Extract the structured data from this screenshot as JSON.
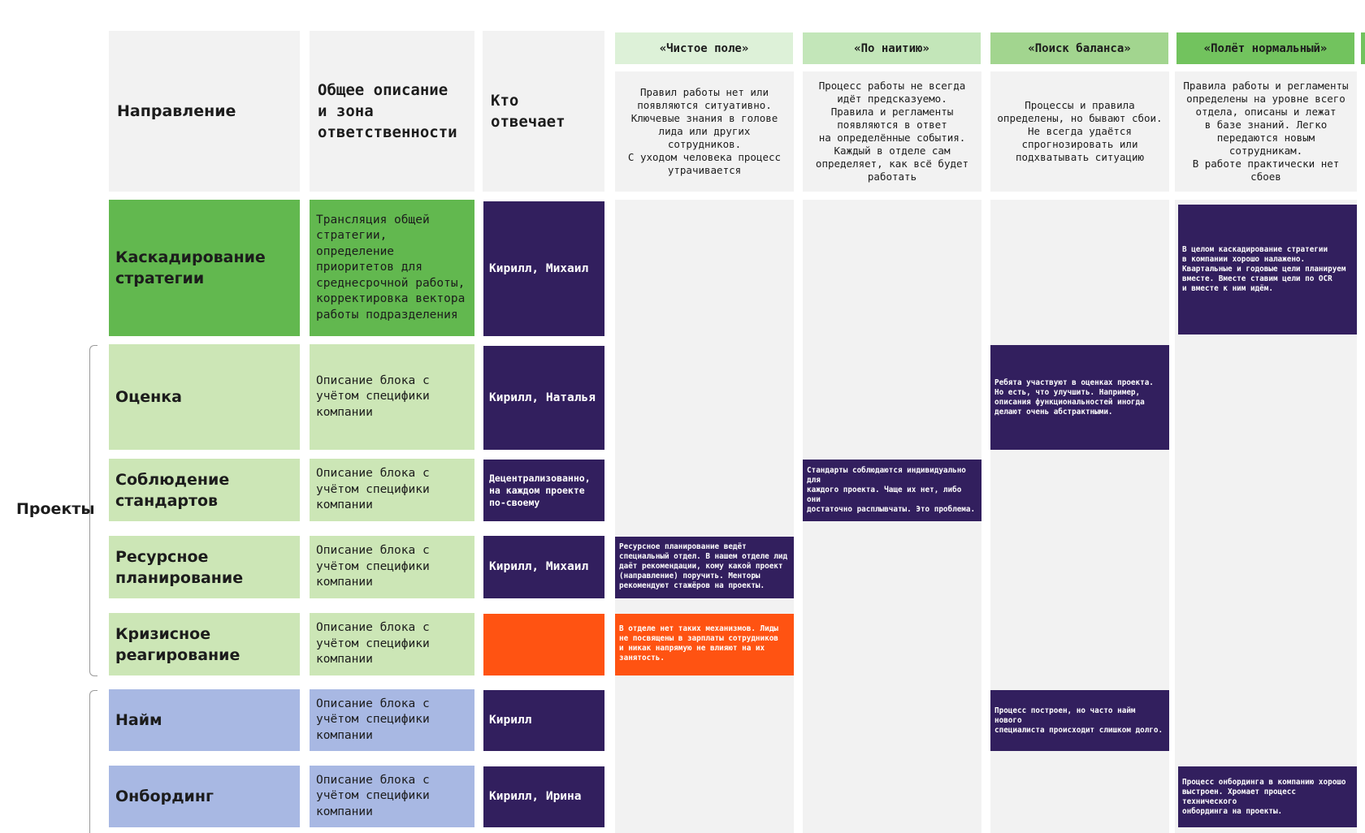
{
  "colors": {
    "strategy_green": "#62b84f",
    "light_green": "#cce6b6",
    "light_blue": "#a8b8e3",
    "owner_purple": "#321f5e",
    "crisis_orange": "#ff5312",
    "level_1": "#ddf1d8",
    "level_2": "#c3e6b9",
    "level_3": "#a2d58f",
    "level_4": "#72c35e"
  },
  "header": {
    "direction": "Направление",
    "description": "Общее описание\nи зона\nответственности",
    "owner": "Кто\nотвечает"
  },
  "levels": [
    {
      "title": "«Чистое поле»",
      "description": "Правил работы нет или\nпоявляются ситуативно.\nКлючевые знания в голове\nлида или других сотрудников.\nС уходом человека процесс\nутрачивается"
    },
    {
      "title": "«По наитию»",
      "description": "Процесс работы не всегда\nидёт предсказуемо.\nПравила и регламенты\nпоявляются в ответ\nна определённые события.\nКаждый в отделе сам\nопределяет, как всё будет\nработать"
    },
    {
      "title": "«Поиск баланса»",
      "description": "Процессы и правила\nопределены, но бывают сбои.\nНе всегда удаётся\nспрогнозировать или\nподхватывать ситуацию"
    },
    {
      "title": "«Полёт нормальный»",
      "description": "Правила работы и регламенты\nопределены на уровне всего\nотдела, описаны и лежат\nв базе знаний. Легко\nпередаются новым сотрудникам.\nВ работе практически нет\nсбоев"
    }
  ],
  "groups": {
    "projects": "Проекты"
  },
  "rows": [
    {
      "direction": "Каскадирование\nстратегии",
      "description": "Трансляция общей\nстратегии,\nопределение\nприоритетов для\nсреднесрочной работы,\nкорректировка вектора\nработы подразделения",
      "owner": "Кирилл, Михаил",
      "level": 4,
      "note": "В целом каскадирование стратегии\nв компании хорошо налажено.\nКвартальные и годовые цели планируем\nвместе. Вместе ставим цели по OCR\nи вместе к ним идём."
    },
    {
      "direction": "Оценка",
      "description": "Описание блока с\nучётом специфики\nкомпании",
      "owner": "Кирилл, Наталья",
      "level": 3,
      "note": "Ребята участвуют в оценках проекта.\nНо есть, что улучшить. Например,\nописания функциональностей иногда\nделают очень абстрактными."
    },
    {
      "direction": "Соблюдение\nстандартов",
      "description": "Описание блока с\nучётом специфики\nкомпании",
      "owner": "Децентрализованно,\nна каждом проекте\nпо-своему",
      "level": 2,
      "note": "Стандарты соблюдаются индивидуально для\nкаждого проекта. Чаще их нет, либо они\nдостаточно расплывчаты. Это проблема."
    },
    {
      "direction": "Ресурсное\nпланирование",
      "description": "Описание блока с\nучётом специфики\nкомпании",
      "owner": "Кирилл, Михаил",
      "level": 1,
      "note": "Ресурсное планирование ведёт\nспециальный отдел. В нашем отделе лид\nдаёт рекомендации, кому какой проект\n(направление) поручить. Менторы\nрекомендуют стажёров на проекты."
    },
    {
      "direction": "Кризисное\nреагирование",
      "description": "Описание блока с\nучётом специфики\nкомпании",
      "owner": "",
      "level": 1,
      "note": "В отделе нет таких механизмов. Лиды\nне посвящены в зарплаты сотрудников\nи никак напрямую не влияют на их\nзанятость."
    },
    {
      "direction": "Найм",
      "description": "Описание блока с\nучётом специфики\nкомпании",
      "owner": "Кирилл",
      "level": 3,
      "note": "Процесс построен, но часто найм нового\nспециалиста происходит слишком долго."
    },
    {
      "direction": "Онбординг",
      "description": "Описание блока с\nучётом специфики\nкомпании",
      "owner": "Кирилл, Ирина",
      "level": 4,
      "note": "Процесс онбординга в компанию хорошо\nвыстроен. Хромает процесс технического\nонбординга на проекты."
    }
  ]
}
